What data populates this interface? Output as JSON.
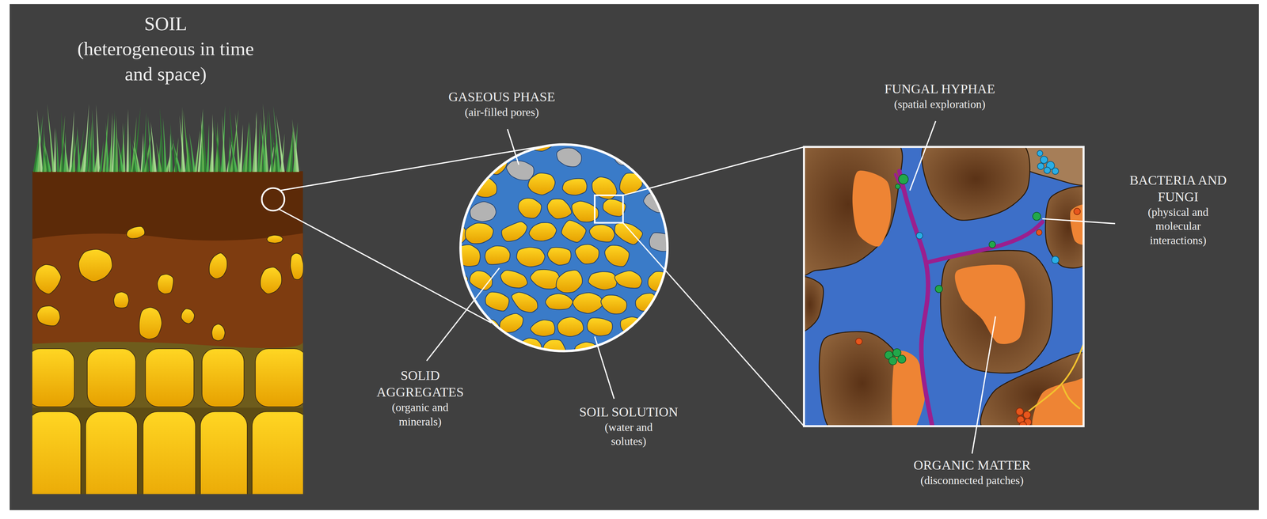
{
  "diagram": {
    "labels": [
      "SOIL",
      "(heterogeneous in time and space)",
      "GASEOUS PHASE",
      "(air-filled pores)",
      "SOLID AGGREGATES",
      "(organic and minerals)",
      "SOIL SOLUTION",
      "(water and solutes)",
      "FUNGAL HYPHAE",
      "(spatial exploration)",
      "BACTERIA AND FUNGI",
      "(physical and molecular interactions)",
      "ORGANIC MATTER",
      "(disconnected patches)"
    ]
  }
}
